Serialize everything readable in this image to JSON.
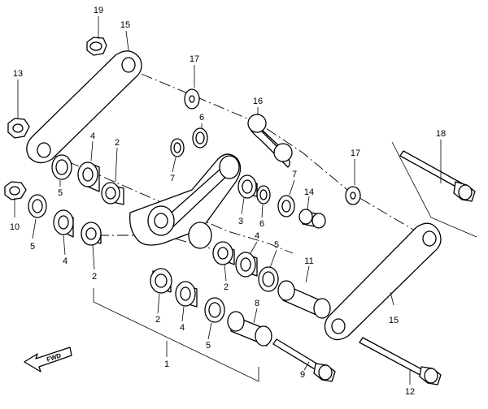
{
  "diagram": {
    "part_labels": [
      {
        "id": "l19",
        "text": "19"
      },
      {
        "id": "l15a",
        "text": "15"
      },
      {
        "id": "l13",
        "text": "13"
      },
      {
        "id": "l17a",
        "text": "17"
      },
      {
        "id": "l16",
        "text": "16"
      },
      {
        "id": "l6a",
        "text": "6"
      },
      {
        "id": "l18",
        "text": "18"
      },
      {
        "id": "l4a",
        "text": "4"
      },
      {
        "id": "l2a",
        "text": "2"
      },
      {
        "id": "l7a",
        "text": "7"
      },
      {
        "id": "l17b",
        "text": "17"
      },
      {
        "id": "l5a",
        "text": "5"
      },
      {
        "id": "l7b",
        "text": "7"
      },
      {
        "id": "l14",
        "text": "14"
      },
      {
        "id": "l3",
        "text": "3"
      },
      {
        "id": "l6b",
        "text": "6"
      },
      {
        "id": "l10",
        "text": "10"
      },
      {
        "id": "l5b",
        "text": "5"
      },
      {
        "id": "l4b",
        "text": "4"
      },
      {
        "id": "l4c",
        "text": "4"
      },
      {
        "id": "l5c",
        "text": "5"
      },
      {
        "id": "l11",
        "text": "11"
      },
      {
        "id": "l2b",
        "text": "2"
      },
      {
        "id": "l2c",
        "text": "2"
      },
      {
        "id": "l2d",
        "text": "2"
      },
      {
        "id": "l4d",
        "text": "4"
      },
      {
        "id": "l8",
        "text": "8"
      },
      {
        "id": "l15b",
        "text": "15"
      },
      {
        "id": "l5d",
        "text": "5"
      },
      {
        "id": "l1",
        "text": "1"
      },
      {
        "id": "l9",
        "text": "9"
      },
      {
        "id": "l12",
        "text": "12"
      }
    ],
    "fwd_label": "FWD"
  }
}
